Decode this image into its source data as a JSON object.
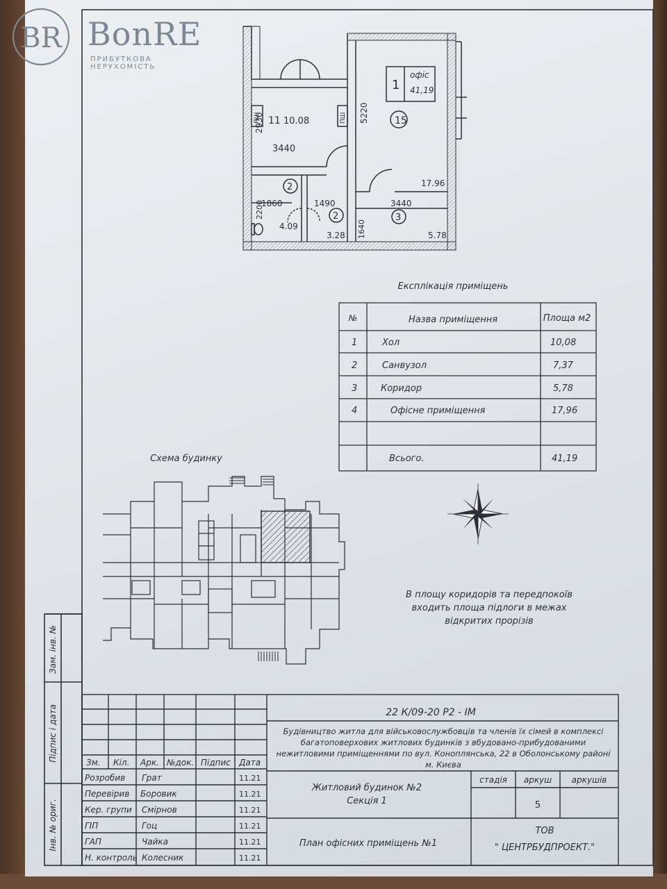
{
  "brand": {
    "mark": "BR",
    "name": "BonRE",
    "tagline": "ПРИБУТКОВА НЕРУХОМІСТЬ"
  },
  "plan": {
    "unit_number": "1",
    "unit_type": "офіс",
    "unit_area": "41,19",
    "rooms": [
      {
        "label": "11",
        "area": "10.08"
      },
      {
        "label": "15",
        "area": "17.96"
      },
      {
        "label": "2",
        "area": "4.09"
      },
      {
        "label": "2",
        "area": "3.28"
      },
      {
        "label": "3",
        "area": "5.78"
      }
    ],
    "dimensions": [
      "2930",
      "3440",
      "5220",
      "1860",
      "1490",
      "3440",
      "2200",
      "1640"
    ],
    "wall_mark": "ПШ"
  },
  "explication": {
    "title": "Експлікація приміщень",
    "headers": [
      "№",
      "Назва приміщення",
      "Площа м2"
    ],
    "rows": [
      {
        "no": "1",
        "name": "Хол",
        "area": "10,08"
      },
      {
        "no": "2",
        "name": "Санвузол",
        "area": "7,37"
      },
      {
        "no": "3",
        "name": "Коридор",
        "area": "5,78"
      },
      {
        "no": "4",
        "name": "Офісне приміщення",
        "area": "17,96"
      },
      {
        "no": "",
        "name": "",
        "area": ""
      }
    ],
    "total": {
      "name": "Всього.",
      "area": "41,19"
    }
  },
  "scheme": {
    "title": "Схема будинку"
  },
  "note": [
    "В площу коридорів та передпокоїв",
    "входить площа підлоги в межах",
    "відкритих прорізів"
  ],
  "stamp": {
    "side_labels": [
      "Зам. інв. №",
      "Підпис і дата",
      "Інв. № ориг."
    ],
    "code": "22 К/09-20 Р2 - ІМ",
    "project_lines": [
      "Будівництво житла для військовослужбовців та членів їх сімей в комплексі",
      "багатоповерхових житлових будинків з вбудовано-прибудованими",
      "нежитловими приміщеннями по вул. Коноплянська, 22 в Оболонському районі",
      "м. Києва"
    ],
    "col_headers": [
      "Зм.",
      "Кіл.",
      "Арк.",
      "№док.",
      "Підпис",
      "Дата"
    ],
    "people": [
      {
        "role": "Розробив",
        "name": "Грат",
        "date": "11.21"
      },
      {
        "role": "Перевірив",
        "name": "Боровик",
        "date": "11.21"
      },
      {
        "role": "Кер. групи",
        "name": "Смірнов",
        "date": "11.21"
      },
      {
        "role": "ГІП",
        "name": "Гоц",
        "date": "11.21"
      },
      {
        "role": "ГАП",
        "name": "Чайка",
        "date": "11.21"
      },
      {
        "role": "Н. контроль",
        "name": "Колесник",
        "date": "11.21"
      }
    ],
    "building": "Житловий будинок №2",
    "section": "Секція 1",
    "sheet_title": "План офісних приміщень №1",
    "stage_label": "стадія",
    "sheet_label": "аркуш",
    "sheets_label": "аркушів",
    "sheet_no": "5",
    "org_lines": [
      "ТОВ",
      "\" ЦЕНТРБУДПРОЕКТ.\""
    ]
  }
}
